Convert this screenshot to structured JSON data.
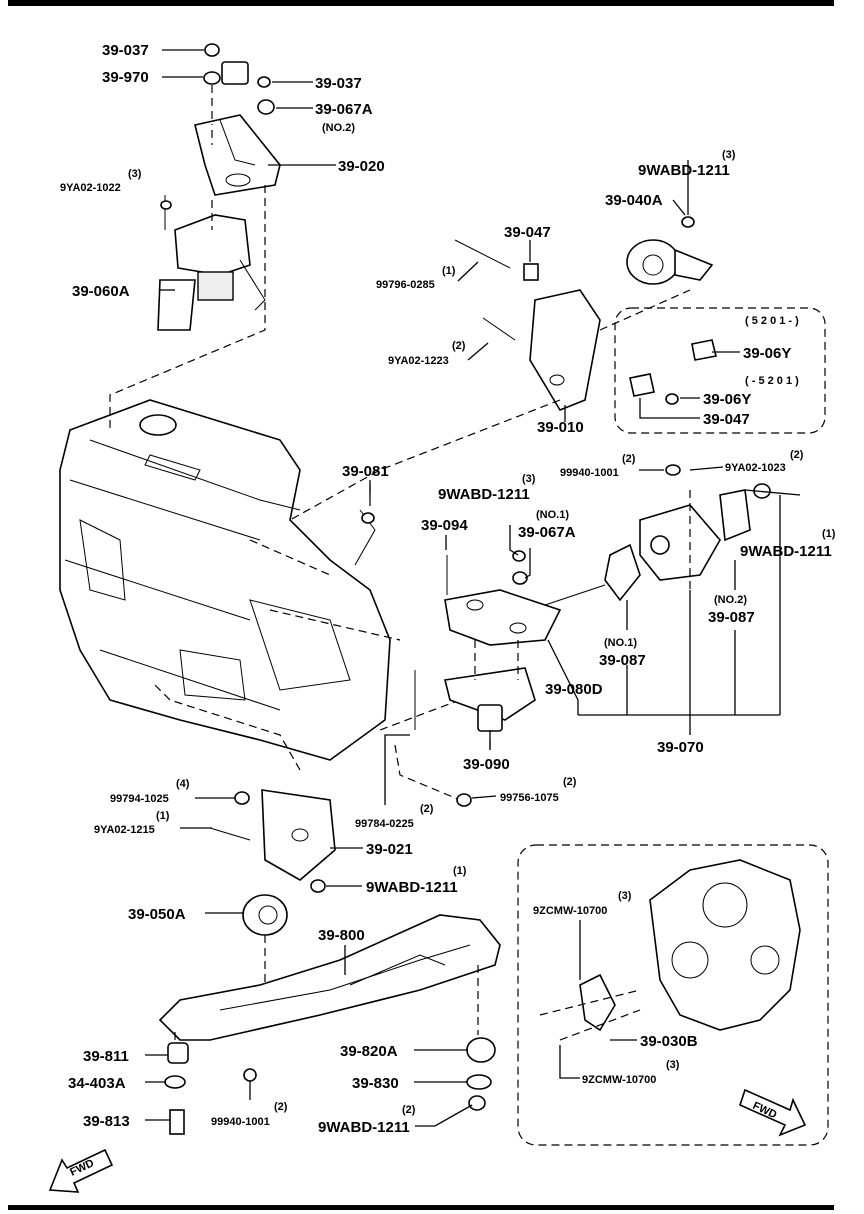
{
  "labels": {
    "l1": "39-037",
    "l2": "39-970",
    "l3": "39-037",
    "l4": "39-067A",
    "l4b": "(NO.2)",
    "l5": "39-020",
    "l6q": "(3)",
    "l6": "9YA02-1022",
    "l7": "39-060A",
    "l8": "9WABD-1211",
    "l8q": "(3)",
    "l9": "39-040A",
    "l10": "39-047",
    "l11q": "(1)",
    "l11": "99796-0285",
    "l12q": "(2)",
    "l12": "9YA02-1223",
    "l13": "( 5 2 0 1 - )",
    "l14": "39-06Y",
    "l15": "( - 5 2 0 1 )",
    "l16": "39-06Y",
    "l17": "39-047",
    "l18": "39-010",
    "l19": "39-081",
    "l20q": "(2)",
    "l20": "99940-1001",
    "l21q": "(2)",
    "l21": "9YA02-1023",
    "l22": "9WABD-1211",
    "l22q": "(3)",
    "l23": "(NO.1)",
    "l24": "39-094",
    "l25": "39-067A",
    "l26q": "(1)",
    "l26": "9WABD-1211",
    "l27": "(NO.2)",
    "l28": "39-087",
    "l29": "(NO.1)",
    "l30": "39-087",
    "l31": "39-080D",
    "l32": "39-090",
    "l33": "39-070",
    "l34q": "(4)",
    "l34": "99794-1025",
    "l35q": "(1)",
    "l35": "9YA02-1215",
    "l36q": "(2)",
    "l36": "99756-1075",
    "l37": "99784-0225",
    "l37q": "(2)",
    "l38": "39-021",
    "l39": "9WABD-1211",
    "l39q": "(1)",
    "l40": "39-050A",
    "l41": "39-800",
    "l42q": "(3)",
    "l42": "9ZCMW-10700",
    "l43": "39-811",
    "l44": "39-820A",
    "l45": "34-403A",
    "l46": "39-830",
    "l47": "39-813",
    "l48": "99940-1001",
    "l48q": "(2)",
    "l49": "9WABD-1211",
    "l49q": "(2)",
    "l50": "39-030B",
    "l51q": "(3)",
    "l51": "9ZCMW-10700",
    "fwd1": "FWD",
    "fwd2": "FWD"
  }
}
